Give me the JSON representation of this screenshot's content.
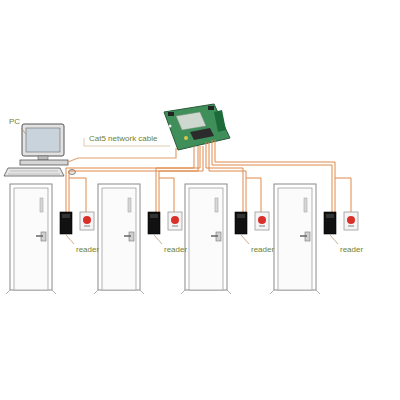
{
  "diagram": {
    "labels": [
      "PC",
      "Cat5 network cable",
      "reader",
      "reader",
      "reader",
      "reader"
    ]
  }
}
